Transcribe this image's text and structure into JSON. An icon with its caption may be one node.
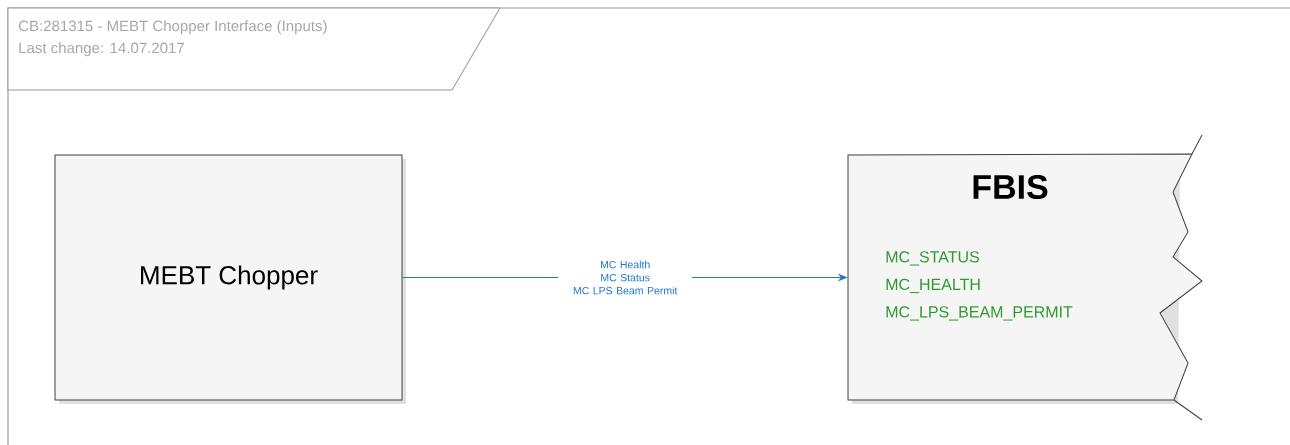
{
  "diagram": {
    "nodes": [
      {
        "text": [
          "CB:281315 - MEBT Chopper Interface (Inputs)",
          "Last change: 14.07.2017"
        ]
      },
      {
        "text": [
          "MEBT Chopper"
        ]
      },
      {
        "text": [
          "FBIS",
          "MC_STATUS",
          "MC_HEALTH",
          "MC_LPS_BEAM_PERMIT"
        ]
      }
    ],
    "edges": [
      {
        "from": 1,
        "to": 2,
        "arrow": "to",
        "label": "MC Health MC Status MC LPS Beam Permit",
        "color": "#1f77c8"
      }
    ]
  }
}
